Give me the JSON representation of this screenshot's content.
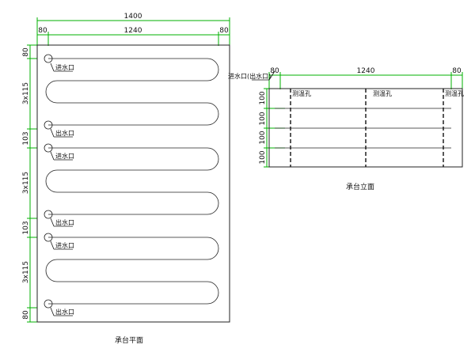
{
  "plan": {
    "dim_total": "1400",
    "dim_edge_left": "80",
    "dim_middle": "1240",
    "dim_edge_right": "80",
    "dim_side": [
      "80",
      "3x115",
      "103",
      "3x115",
      "103",
      "3x115",
      "80"
    ],
    "labels": {
      "inlet_1": "进水口",
      "outlet_1": "出水口",
      "inlet_2": "进水口",
      "outlet_2": "出水口",
      "inlet_3": "进水口",
      "outlet_3": "出水口"
    },
    "caption": "承台平面"
  },
  "elevation": {
    "dim_left": "80",
    "dim_middle": "1240",
    "dim_right": "80",
    "dim_side": [
      "100",
      "100",
      "100",
      "100"
    ],
    "port_label": "进水口(出水口)",
    "hole_labels": [
      "测温孔",
      "测温孔",
      "测温孔"
    ],
    "caption": "承台立面"
  },
  "colors": {
    "dimension": "#00b000",
    "line": "#222222",
    "background": "#ffffff"
  }
}
